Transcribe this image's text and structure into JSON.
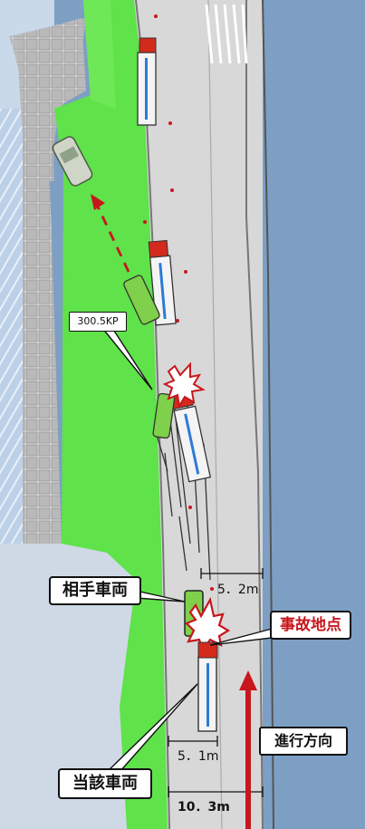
{
  "labels": {
    "kp_marker": "300.5KP",
    "opponent_vehicle": "相手車両",
    "accident_point": "事故地点",
    "subject_vehicle": "当該車両",
    "direction_of_travel": "進行方向"
  },
  "measurements": {
    "upper_width": "5．2m",
    "lower_width": "5．1m",
    "total_width": "10．3m"
  },
  "colors": {
    "grass": "#5fe24a",
    "road": "#d8d8d8",
    "sea": "#7d9fc4",
    "accent_red": "#c8161d",
    "opponent_car": "#7fd04a",
    "truck_body": "#f4f4f4",
    "truck_cab": "#d42a1c"
  },
  "icons": [
    "explosion-icon",
    "direction-arrow-icon",
    "trajectory-arrow-icon"
  ]
}
